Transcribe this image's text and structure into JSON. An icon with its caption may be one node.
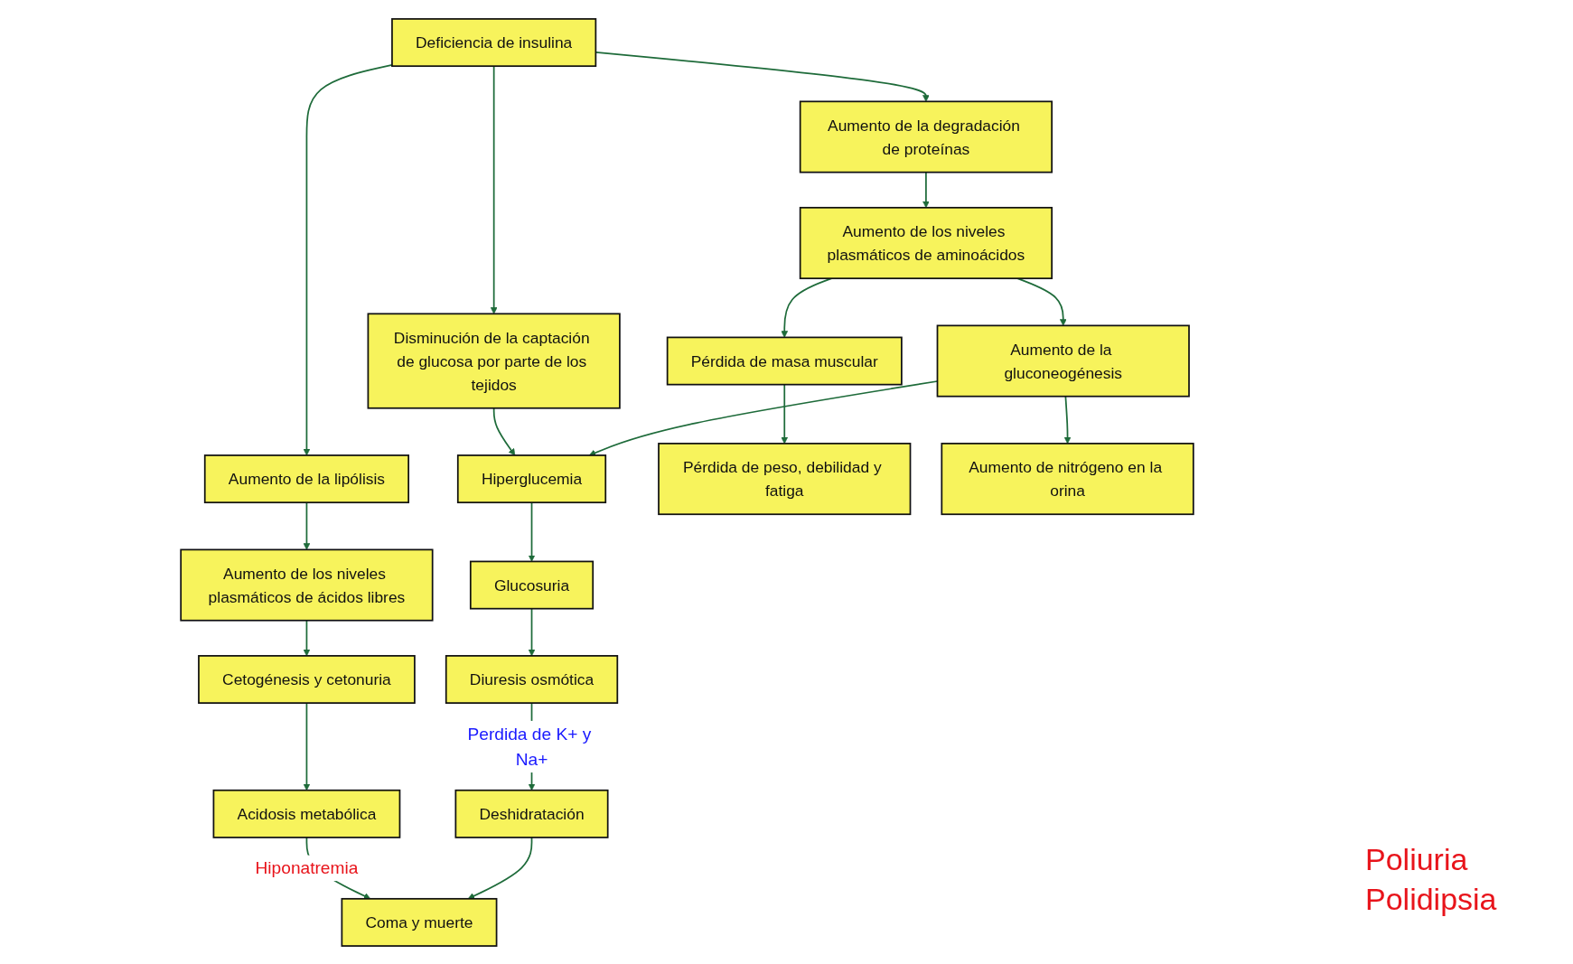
{
  "diagram": {
    "nodes": [
      {
        "text": [
          "Deficiencia de insulina"
        ]
      },
      {
        "text": [
          "Aumento de la degradación de proteínas"
        ]
      },
      {
        "text": [
          "Disminución de la captación de glucosa por parte de los tejidos"
        ]
      },
      {
        "text": [
          "Aumento de la lipólisis"
        ]
      },
      {
        "text": [
          "Aumento de los niveles plasmáticos de aminoácidos"
        ]
      },
      {
        "text": [
          "Aumento de la gluconeogénesis"
        ]
      },
      {
        "text": [
          "Hiperglucemia"
        ]
      },
      {
        "text": [
          "Aumento de los niveles plasmáticos de ácidos libres"
        ]
      },
      {
        "text": [
          "Pérdida de masa muscular"
        ]
      },
      {
        "text": [
          "Glucosuria"
        ]
      },
      {
        "text": [
          "Cetogénesis y cetonuria"
        ]
      },
      {
        "text": [
          "Diuresis osmótica"
        ]
      },
      {
        "text": [
          "Pérdida de peso, debilidad y fatiga"
        ]
      },
      {
        "text": [
          "Aumento de nitrógeno en la orina"
        ]
      },
      {
        "text": [
          "Deshidratación"
        ]
      },
      {
        "text": [
          "Acidosis metabólica"
        ]
      },
      {
        "text": [
          "Coma y muerte"
        ]
      }
    ],
    "edges": [
      {
        "from": 0,
        "to": 1,
        "arrow": "to"
      },
      {
        "from": 0,
        "to": 2,
        "arrow": "to"
      },
      {
        "from": 0,
        "to": 3,
        "arrow": "to"
      },
      {
        "from": 1,
        "to": 4,
        "arrow": "to"
      },
      {
        "from": 4,
        "to": 5,
        "arrow": "to"
      },
      {
        "from": 5,
        "to": 6,
        "arrow": "to"
      },
      {
        "from": 4,
        "to": 8,
        "arrow": "to"
      },
      {
        "from": 8,
        "to": 12,
        "arrow": "to"
      },
      {
        "from": 5,
        "to": 13,
        "arrow": "to"
      },
      {
        "from": 2,
        "to": 6,
        "arrow": "to"
      },
      {
        "from": 6,
        "to": 9,
        "arrow": "to"
      },
      {
        "from": 9,
        "to": 11,
        "arrow": "to"
      },
      {
        "from": 11,
        "to": 14,
        "arrow": "to",
        "label": "Perdida de K+ y Na+"
      },
      {
        "from": 3,
        "to": 7,
        "arrow": "to"
      },
      {
        "from": 7,
        "to": 10,
        "arrow": "to"
      },
      {
        "from": 10,
        "to": 15,
        "arrow": "to"
      },
      {
        "from": 14,
        "to": 16,
        "arrow": "to"
      },
      {
        "from": 15,
        "to": 16,
        "arrow": "to",
        "label": "Hiponatremia"
      }
    ],
    "labels": [
      "Poliuria",
      "Polidipsia"
    ]
  }
}
